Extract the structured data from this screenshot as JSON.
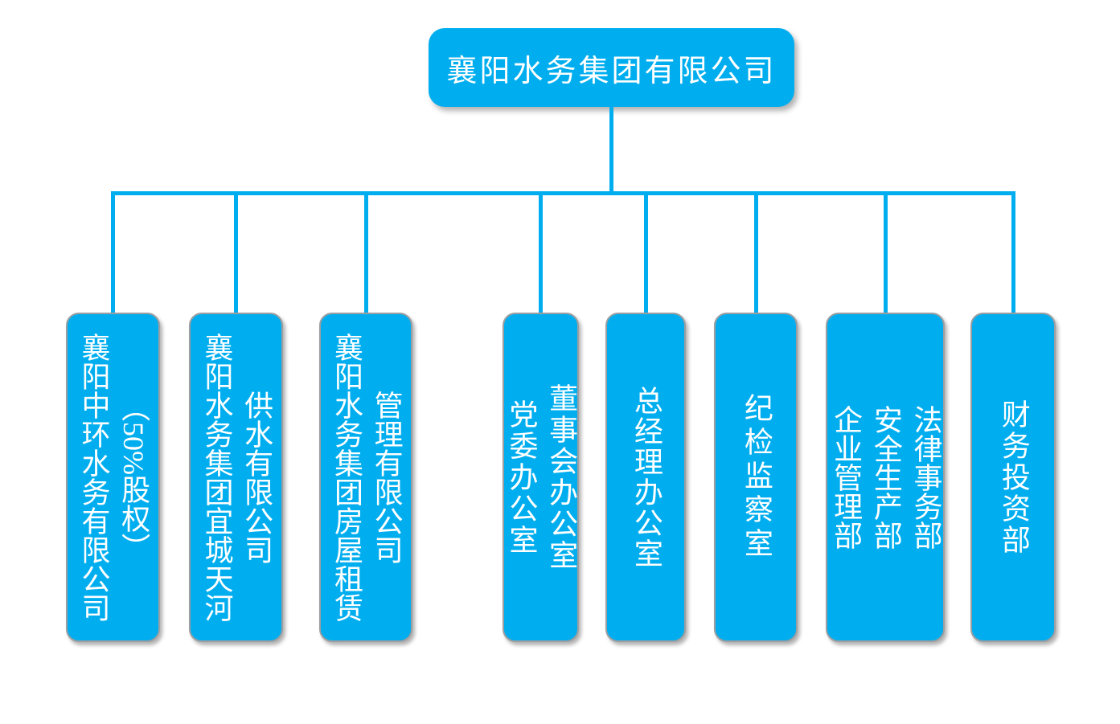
{
  "org_chart": {
    "root": {
      "label": "襄阳水务集团有限公司"
    },
    "children": [
      {
        "name": "xiangyang-zhonghuan-water-company",
        "lines": [
          "襄阳中环水务有限公司",
          "（50%股权）"
        ]
      },
      {
        "name": "yicheng-tianhe-water-supply-company",
        "lines": [
          "襄阳水务集团宜城天河",
          "供水有限公司"
        ]
      },
      {
        "name": "housing-rental-management-company",
        "lines": [
          "襄阳水务集团房屋租赁",
          "管理有限公司"
        ]
      },
      {
        "name": "party-committee-and-board-office",
        "lines": [
          "党委办公室",
          "董事会办公室"
        ]
      },
      {
        "name": "general-manager-office",
        "lines": [
          "总经理办公室"
        ]
      },
      {
        "name": "discipline-inspection-office",
        "lines": [
          "纪检监察室"
        ]
      },
      {
        "name": "enterprise-safety-legal-departments",
        "lines": [
          "企业管理部",
          "安全生产部",
          "法律事务部"
        ]
      },
      {
        "name": "finance-investment-department",
        "lines": [
          "财务投资部"
        ]
      }
    ]
  },
  "colors": {
    "node_fill": "#00AEEF",
    "connector": "#00AEEF",
    "node_border": "#9C9EA1",
    "node_text": "#FFFFFF",
    "background": "#FFFFFF"
  }
}
